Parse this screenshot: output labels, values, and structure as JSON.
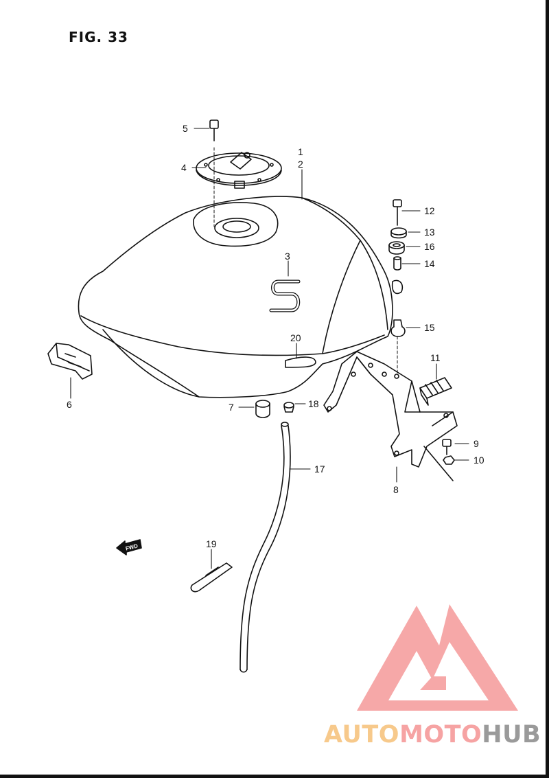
{
  "figure": {
    "title": "FIG. 33"
  },
  "callouts": [
    {
      "key": "p1",
      "text": "1"
    },
    {
      "key": "p2",
      "text": "2"
    },
    {
      "key": "p3",
      "text": "3"
    },
    {
      "key": "p4",
      "text": "4"
    },
    {
      "key": "p5",
      "text": "5"
    },
    {
      "key": "p6",
      "text": "6"
    },
    {
      "key": "p7",
      "text": "7"
    },
    {
      "key": "p8",
      "text": "8"
    },
    {
      "key": "p9",
      "text": "9"
    },
    {
      "key": "p10",
      "text": "10"
    },
    {
      "key": "p11",
      "text": "11"
    },
    {
      "key": "p12",
      "text": "12"
    },
    {
      "key": "p13",
      "text": "13"
    },
    {
      "key": "p14",
      "text": "14"
    },
    {
      "key": "p15",
      "text": "15"
    },
    {
      "key": "p16",
      "text": "16"
    },
    {
      "key": "p17",
      "text": "17"
    },
    {
      "key": "p18",
      "text": "18"
    },
    {
      "key": "p19",
      "text": "19"
    },
    {
      "key": "p20",
      "text": "20"
    }
  ],
  "direction_arrow": {
    "label": "FWD"
  },
  "watermark": {
    "part1": "AUTO",
    "part2": "MOTO",
    "part3": "HUB",
    "color1": "#f7c98b",
    "color2": "#f6a3a3",
    "color3": "#9a9a9a",
    "logo_color": "#f59a9a"
  }
}
